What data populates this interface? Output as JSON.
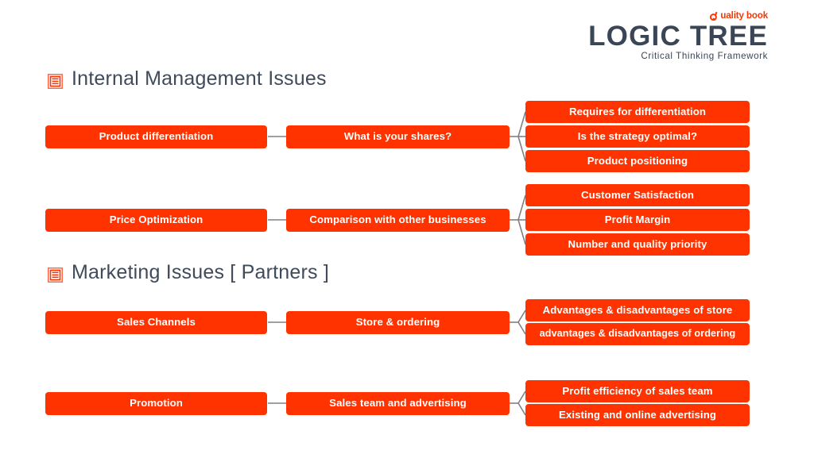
{
  "logo": {
    "badge_text": "uality book",
    "badge_icon": "q-logo-icon",
    "title": "LOGIC TREE",
    "subtitle": "Critical Thinking  Framework"
  },
  "colors": {
    "accent": "#FF3300",
    "heading_text": "#3f4a5a",
    "connector": "#808080",
    "background": "#ffffff"
  },
  "sections": [
    {
      "id": "internal-management",
      "heading": "Internal Management Issues",
      "icon": "list-square-icon",
      "rows": [
        {
          "level1": "Product differentiation",
          "level2": "What is your shares?",
          "level3": [
            "Requires for differentiation",
            "Is the strategy optimal?",
            "Product positioning"
          ]
        },
        {
          "level1": "Price Optimization",
          "level2": "Comparison with other businesses",
          "level3": [
            "Customer Satisfaction",
            "Profit Margin",
            "Number and quality priority"
          ]
        }
      ]
    },
    {
      "id": "marketing",
      "heading": "Marketing Issues [ Partners ]",
      "icon": "list-square-icon",
      "rows": [
        {
          "level1": "Sales Channels",
          "level2": "Store & ordering",
          "level3": [
            "Advantages & disadvantages of store",
            "advantages & disadvantages of ordering"
          ]
        },
        {
          "level1": "Promotion",
          "level2": "Sales team and advertising",
          "level3": [
            "Profit efficiency of sales team",
            "Existing and online advertising"
          ]
        }
      ]
    }
  ]
}
